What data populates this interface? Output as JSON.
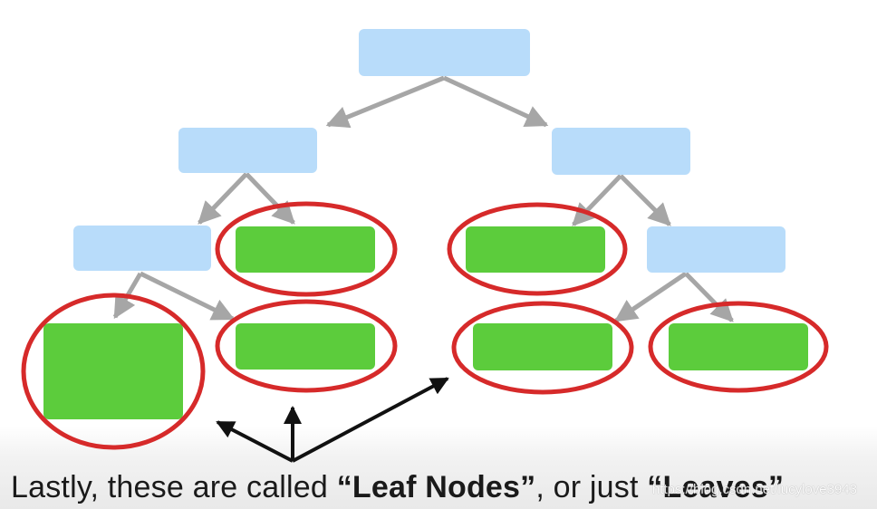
{
  "caption": {
    "part1": "Lastly, these are called ",
    "open_quote": "“",
    "leaf_nodes": "Leaf Nodes",
    "close_quote": "”",
    "part2": ", or just ",
    "open_quote2": "“",
    "leaves": "Leaves",
    "close_quote2": "”"
  },
  "watermark": "https://blog.csdn.net/lucylove3943",
  "colors": {
    "internal_node": "#b8dcfa",
    "leaf_node": "#5ccc3c",
    "edge_arrow": "#a6a6a6",
    "highlight_circle": "#d62a2a",
    "pointer_arrow": "#111111"
  }
}
